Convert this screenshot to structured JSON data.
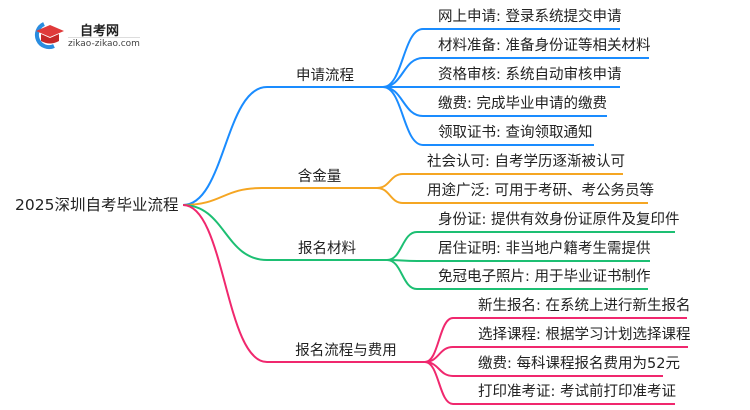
{
  "logo": {
    "name": "自考网",
    "url": "zikao-zikao.com"
  },
  "root": "2025深圳自考毕业流程",
  "branches": [
    {
      "label": "申请流程",
      "color": "#1a8cff",
      "leaves": [
        "网上申请: 登录系统提交申请",
        "材料准备: 准备身份证等相关材料",
        "资格审核: 系统自动审核申请",
        "缴费: 完成毕业申请的缴费",
        "领取证书: 查询领取通知"
      ]
    },
    {
      "label": "含金量",
      "color": "#f5a623",
      "leaves": [
        "社会认可: 自考学历逐渐被认可",
        "用途广泛: 可用于考研、考公务员等"
      ]
    },
    {
      "label": "报名材料",
      "color": "#1dbf73",
      "leaves": [
        "身份证: 提供有效身份证原件及复印件",
        "居住证明: 非当地户籍考生需提供",
        "免冠电子照片: 用于毕业证书制作"
      ]
    },
    {
      "label": "报名流程与费用",
      "color": "#f0286e",
      "leaves": [
        "新生报名: 在系统上进行新生报名",
        "选择课程: 根据学习计划选择课程",
        "缴费: 每科课程报名费用为52元",
        "打印准考证: 考试前打印准考证"
      ]
    }
  ]
}
